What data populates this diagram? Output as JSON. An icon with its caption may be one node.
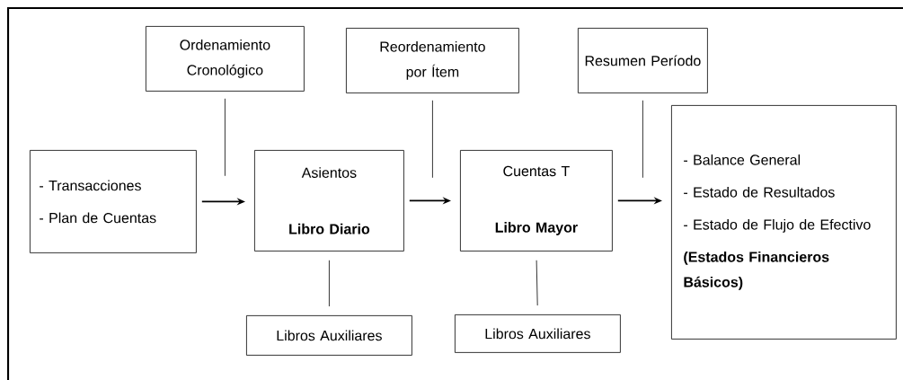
{
  "diagram": {
    "nodes": [
      {
        "text": [
          "Ordenamiento Cronológico"
        ]
      },
      {
        "text": [
          "Reordenamiento por Ítem"
        ]
      },
      {
        "text": [
          "Resumen Período"
        ]
      },
      {
        "text": [
          "- Transacciones",
          "- Plan de Cuentas"
        ]
      },
      {
        "text": [
          "Asientos",
          "Libro Diario"
        ]
      },
      {
        "text": [
          "Cuentas T",
          "Libro Mayor"
        ]
      },
      {
        "text": [
          "- Balance General",
          "- Estado de Resultados",
          "- Estado de Flujo de Efectivo",
          "(Estados Financieros Básicos)"
        ]
      },
      {
        "text": [
          "Libros Auxiliares"
        ]
      },
      {
        "text": [
          "Libros Auxiliares"
        ]
      }
    ],
    "edges": [
      {
        "from": 0,
        "to": null,
        "arrow": "none"
      },
      {
        "from": 1,
        "to": null,
        "arrow": "none"
      },
      {
        "from": 2,
        "to": null,
        "arrow": "none"
      },
      {
        "from": 3,
        "to": 4,
        "arrow": "to"
      },
      {
        "from": 4,
        "to": 5,
        "arrow": "to"
      },
      {
        "from": 5,
        "to": 6,
        "arrow": "to"
      },
      {
        "from": 4,
        "to": 7,
        "arrow": "none"
      },
      {
        "from": 5,
        "to": 8,
        "arrow": "none"
      }
    ]
  }
}
